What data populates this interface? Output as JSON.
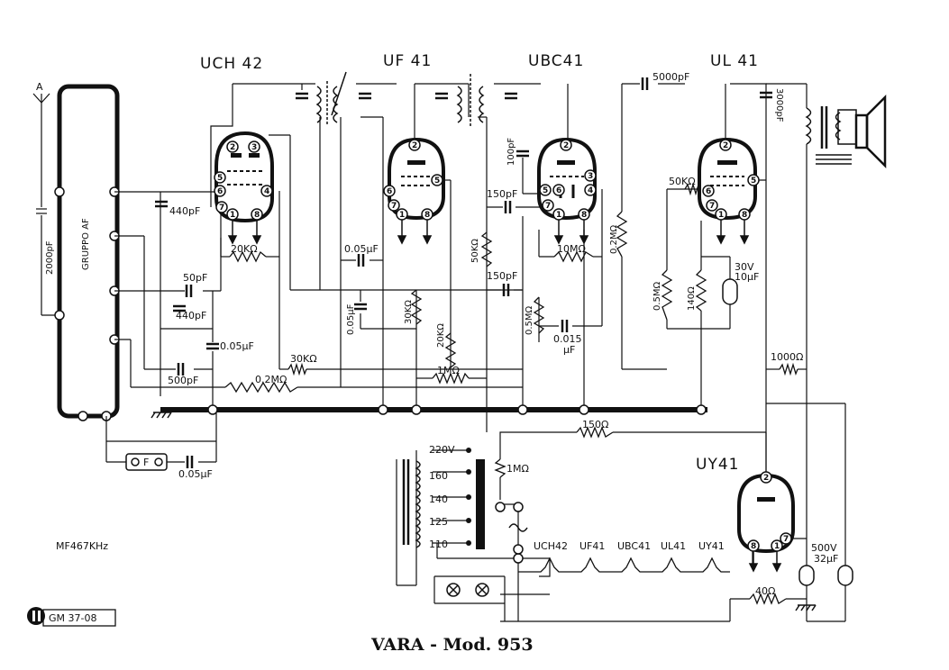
{
  "title": "VARA - Mod. 953",
  "logo_code": "GM 37-08",
  "mf": "MF467KHz",
  "tubes": {
    "uch42": "UCH 42",
    "uf41": "UF 41",
    "ubc41": "UBC41",
    "ul41": "UL 41",
    "uy41": "UY41"
  },
  "antenna": "A",
  "gruppo": "GRUPPO AF",
  "fuse": "F",
  "components": {
    "c2000": "2000pF",
    "c440a": "440pF",
    "r20k_a": "20KΩ",
    "c50": "50pF",
    "c440b": "440pF",
    "c005a": "0.05µF",
    "c500": "500pF",
    "r30k_a": "30KΩ",
    "r02m_a": "0.2MΩ",
    "c005b": "0.05µF",
    "c005c": "0.05µF",
    "r30k_b": "30KΩ",
    "r20k_b": "20KΩ",
    "r1m_a": "1MΩ",
    "c100": "100pF",
    "c150a": "150pF",
    "r50k": "50KΩ",
    "r10m": "10MΩ",
    "c150b": "150pF",
    "r05m_a": "0.5MΩ",
    "c0015": "0.015",
    "c0015u": "µF",
    "r02m_b": "0.2MΩ",
    "c5000": "5000pF",
    "c3000": "3000pF",
    "r50k_b": "50KΩ",
    "r05m_b": "0.5MΩ",
    "r140": "140Ω",
    "c30v": "30V",
    "c10u": "10µF",
    "r1000": "1000Ω",
    "r150": "150Ω",
    "r1m_b": "1MΩ",
    "c005d": "0.05µF",
    "r40": "40Ω",
    "c500v": "500V",
    "c32u": "32µF"
  },
  "taps": [
    "220V",
    "160",
    "140",
    "125",
    "110"
  ],
  "heaters": [
    "UCH42",
    "UF41",
    "UBC41",
    "UL41",
    "UY41"
  ],
  "pins": {
    "uch_2": "2",
    "uch_3": "3",
    "uch_5": "5",
    "uch_6": "6",
    "uch_4": "4",
    "uch_7": "7",
    "uch_1": "1",
    "uch_8": "8",
    "uf_2": "2",
    "uf_6": "6",
    "uf_5": "5",
    "uf_7": "7",
    "uf_1": "1",
    "uf_8": "8",
    "ubc_2": "2",
    "ubc_3": "3",
    "ubc_5": "5",
    "ubc_6": "6",
    "ubc_4": "4",
    "ubc_7": "7",
    "ubc_1": "1",
    "ubc_8": "8",
    "ul_2": "2",
    "ul_5": "5",
    "ul_6": "6",
    "ul_7": "7",
    "ul_1": "1",
    "ul_8": "8",
    "uy_2": "2",
    "uy_8": "8",
    "uy_7": "7",
    "uy_1": "1"
  }
}
